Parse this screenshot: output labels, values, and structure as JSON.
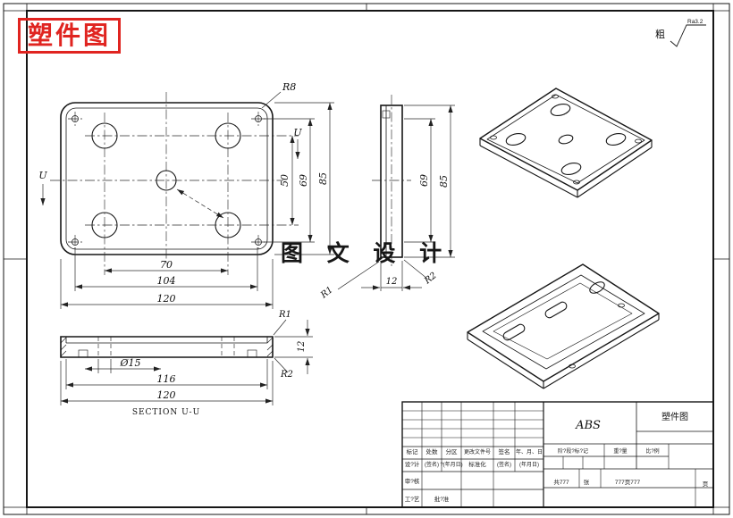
{
  "stamp": {
    "text": "塑件图"
  },
  "watermark": {
    "text": "图 文 设 计"
  },
  "roughness": {
    "prefix": "粗",
    "value": "Ra3.2"
  },
  "front": {
    "r8": "R8",
    "u_left": "U",
    "u_top": "U",
    "d70": "70",
    "d104": "104",
    "d120": "120",
    "d50": "50",
    "d69": "69",
    "d85": "85"
  },
  "side": {
    "d69": "69",
    "d85": "85",
    "d12": "12",
    "r1": "R1",
    "r2": "R2"
  },
  "section": {
    "label": "SECTION U-U",
    "d15": "Ø15",
    "d116": "116",
    "d120": "120",
    "d12": "12",
    "r1": "R1",
    "r2": "R2"
  },
  "titleblock": {
    "material": "ABS",
    "title": "塑件图",
    "row1": [
      "标记",
      "处数",
      "分区",
      "更改文件号",
      "签名",
      "年、月、日"
    ],
    "row2": [
      "设?计",
      "(签名)",
      "?(年月日)",
      "标准化",
      "(签名)",
      "(年月日)"
    ],
    "stage": "阶?段?标?记",
    "weight": "重?量",
    "scale": "比?例",
    "review": "审?核",
    "process": "工?艺",
    "approve": "批?准",
    "sheets_total": "共777",
    "sheets_unit": "张",
    "sheets_mid": "777页777",
    "page": "页"
  }
}
